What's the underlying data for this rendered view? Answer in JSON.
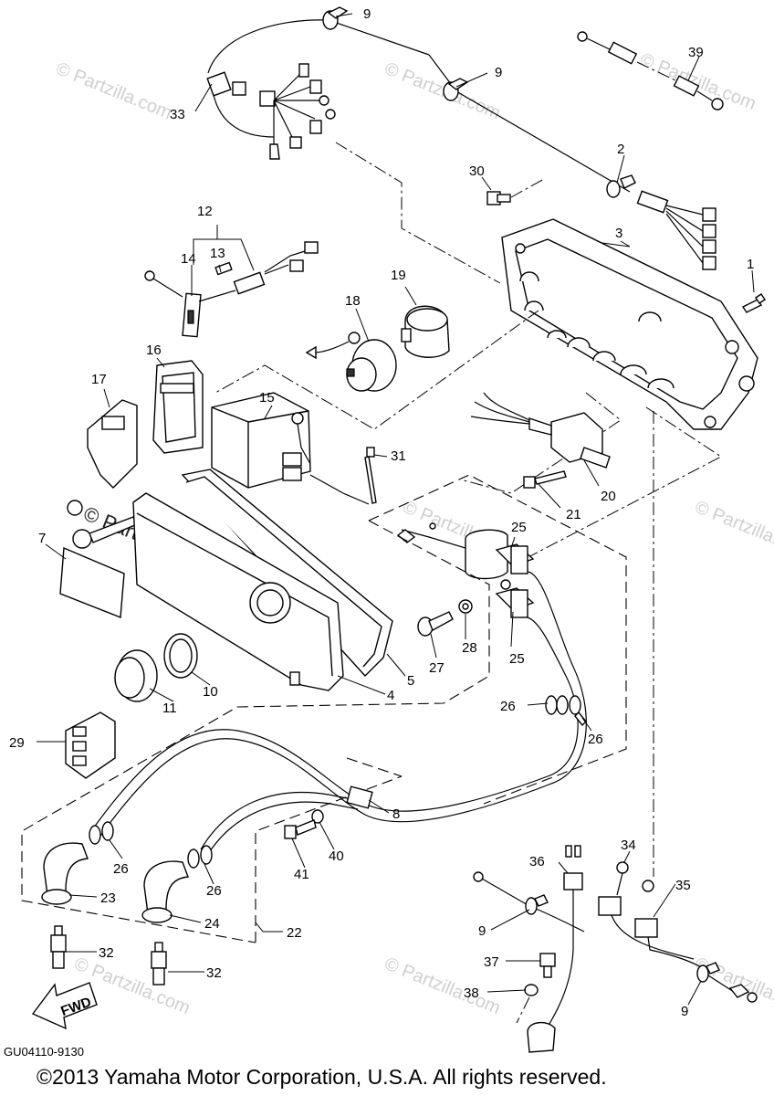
{
  "diagram": {
    "diagram_code": "GU04110-9130",
    "copyright": "©2013 Yamaha Motor Corporation, U.S.A. All rights reserved.",
    "watermark": "© Partzilla.com",
    "fwd_label": "FWD",
    "callouts": [
      "9",
      "9",
      "39",
      "33",
      "2",
      "30",
      "3",
      "1",
      "12",
      "13",
      "14",
      "19",
      "18",
      "16",
      "17",
      "15",
      "31",
      "20",
      "21",
      "25",
      "25",
      "27",
      "28",
      "7",
      "5",
      "4",
      "10",
      "11",
      "26",
      "26",
      "29",
      "8",
      "40",
      "41",
      "26",
      "26",
      "23",
      "24",
      "22",
      "36",
      "34",
      "35",
      "9",
      "32",
      "32",
      "37",
      "38",
      "9"
    ]
  }
}
